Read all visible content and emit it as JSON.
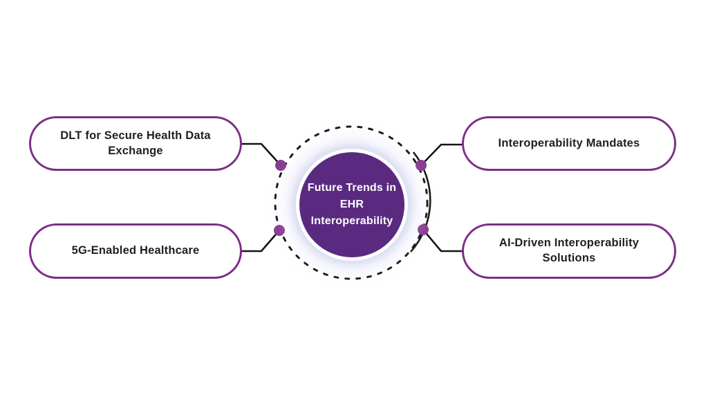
{
  "diagram": {
    "center": {
      "label": "Future Trends in EHR Interoperability",
      "lines": [
        "Future Trends in",
        "EHR",
        "Interoperability"
      ]
    },
    "nodes": [
      {
        "label": "DLT for Secure Health Data Exchange",
        "position": "top-left"
      },
      {
        "label": "Interoperability Mandates",
        "position": "top-right"
      },
      {
        "label": "5G-Enabled Healthcare",
        "position": "bottom-left"
      },
      {
        "label": "AI-Driven Interoperability Solutions",
        "position": "bottom-right"
      }
    ],
    "colors": {
      "center-fill": "#5a2a80",
      "pill-border": "#7d2e87",
      "dot": "#8a3b92",
      "line": "#141414",
      "text": "#1f1f1f",
      "center-text": "#ffffff",
      "background": "#ffffff"
    }
  }
}
